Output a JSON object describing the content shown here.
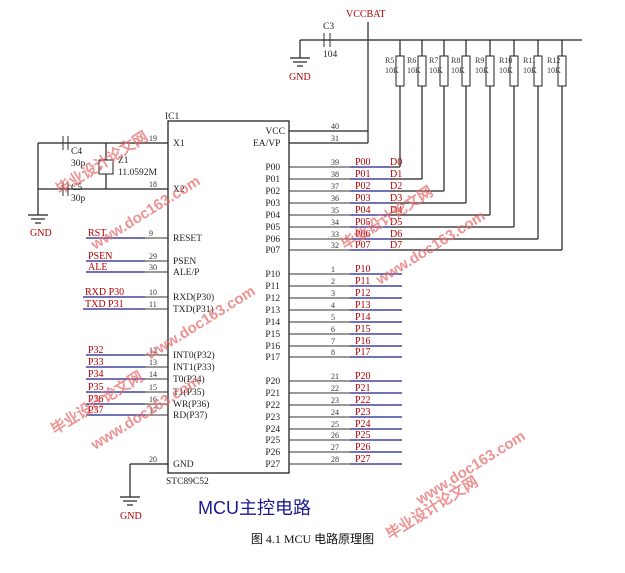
{
  "chip": {
    "part": "STC89C52",
    "designator": "IC1"
  },
  "power": {
    "vccbat": "VCCBAT",
    "gnd": "GND",
    "vcc_pin": "VCC",
    "ea_pin": "EA/VP",
    "gnd_pin": "GND"
  },
  "c3": {
    "ref": "C3",
    "value": "104"
  },
  "crystal": {
    "c4": "C4",
    "c4_val": "30p",
    "c5": "C5",
    "c5_val": "30p",
    "z1": "Z1",
    "z1_val": "11.0592M",
    "x1": "X1",
    "x2": "X2"
  },
  "resistors": [
    {
      "ref": "R5",
      "val": "10K"
    },
    {
      "ref": "R6",
      "val": "10K"
    },
    {
      "ref": "R7",
      "val": "10K"
    },
    {
      "ref": "R8",
      "val": "10K"
    },
    {
      "ref": "R9",
      "val": "10K"
    },
    {
      "ref": "R10",
      "val": "10K"
    },
    {
      "ref": "R11",
      "val": "10K"
    },
    {
      "ref": "R12",
      "val": "10K"
    }
  ],
  "left_pins": [
    {
      "num": "19",
      "name": "X1",
      "net": ""
    },
    {
      "num": "18",
      "name": "X2",
      "net": ""
    },
    {
      "num": "9",
      "name": "RESET",
      "net": "RST"
    },
    {
      "num": "29",
      "name": "PSEN",
      "net": "PSEN"
    },
    {
      "num": "30",
      "name": "ALE/P",
      "net": "ALE"
    },
    {
      "num": "10",
      "name": "RXD(P30)",
      "net": "RXD  P30"
    },
    {
      "num": "11",
      "name": "TXD(P31)",
      "net": "TXD  P31"
    },
    {
      "num": "12",
      "name": "INT0(P32)",
      "net": "P32"
    },
    {
      "num": "13",
      "name": "INT1(P33)",
      "net": "P33"
    },
    {
      "num": "14",
      "name": "T0(P34)",
      "net": "P34"
    },
    {
      "num": "15",
      "name": "T1(P35)",
      "net": "P35"
    },
    {
      "num": "16",
      "name": "WR(P36)",
      "net": "P36"
    },
    {
      "num": "17",
      "name": "RD(P37)",
      "net": "P37"
    },
    {
      "num": "20",
      "name": "GND",
      "net": ""
    }
  ],
  "right_pins": [
    {
      "num": "40",
      "name": "VCC",
      "net": ""
    },
    {
      "num": "31",
      "name": "EA/VP",
      "net": ""
    },
    {
      "num": "39",
      "name": "P00",
      "net": "P00",
      "d": "D0"
    },
    {
      "num": "38",
      "name": "P01",
      "net": "P01",
      "d": "D1"
    },
    {
      "num": "37",
      "name": "P02",
      "net": "P02",
      "d": "D2"
    },
    {
      "num": "36",
      "name": "P03",
      "net": "P03",
      "d": "D3"
    },
    {
      "num": "35",
      "name": "P04",
      "net": "P04",
      "d": "D4"
    },
    {
      "num": "34",
      "name": "P05",
      "net": "P05",
      "d": "D5"
    },
    {
      "num": "33",
      "name": "P06",
      "net": "P06",
      "d": "D6"
    },
    {
      "num": "32",
      "name": "P07",
      "net": "P07",
      "d": "D7"
    },
    {
      "num": "1",
      "name": "P10",
      "net": "P10"
    },
    {
      "num": "2",
      "name": "P11",
      "net": "P11"
    },
    {
      "num": "3",
      "name": "P12",
      "net": "P12"
    },
    {
      "num": "4",
      "name": "P13",
      "net": "P13"
    },
    {
      "num": "5",
      "name": "P14",
      "net": "P14"
    },
    {
      "num": "6",
      "name": "P15",
      "net": "P15"
    },
    {
      "num": "7",
      "name": "P16",
      "net": "P16"
    },
    {
      "num": "8",
      "name": "P17",
      "net": "P17"
    },
    {
      "num": "21",
      "name": "P20",
      "net": "P20"
    },
    {
      "num": "22",
      "name": "P21",
      "net": "P21"
    },
    {
      "num": "23",
      "name": "P22",
      "net": "P22"
    },
    {
      "num": "24",
      "name": "P23",
      "net": "P23"
    },
    {
      "num": "25",
      "name": "P24",
      "net": "P24"
    },
    {
      "num": "26",
      "name": "P25",
      "net": "P25"
    },
    {
      "num": "27",
      "name": "P26",
      "net": "P26"
    },
    {
      "num": "28",
      "name": "P27",
      "net": "P27"
    }
  ],
  "title": "MCU主控电路",
  "caption": "图 4.1  MCU 电路原理图",
  "watermarks": [
    "毕业设计论文网",
    "www.doc163.com"
  ],
  "colors": {
    "wire": "#1f1f8f",
    "label_red": "#b30000",
    "watermark": "#e56a6a"
  }
}
